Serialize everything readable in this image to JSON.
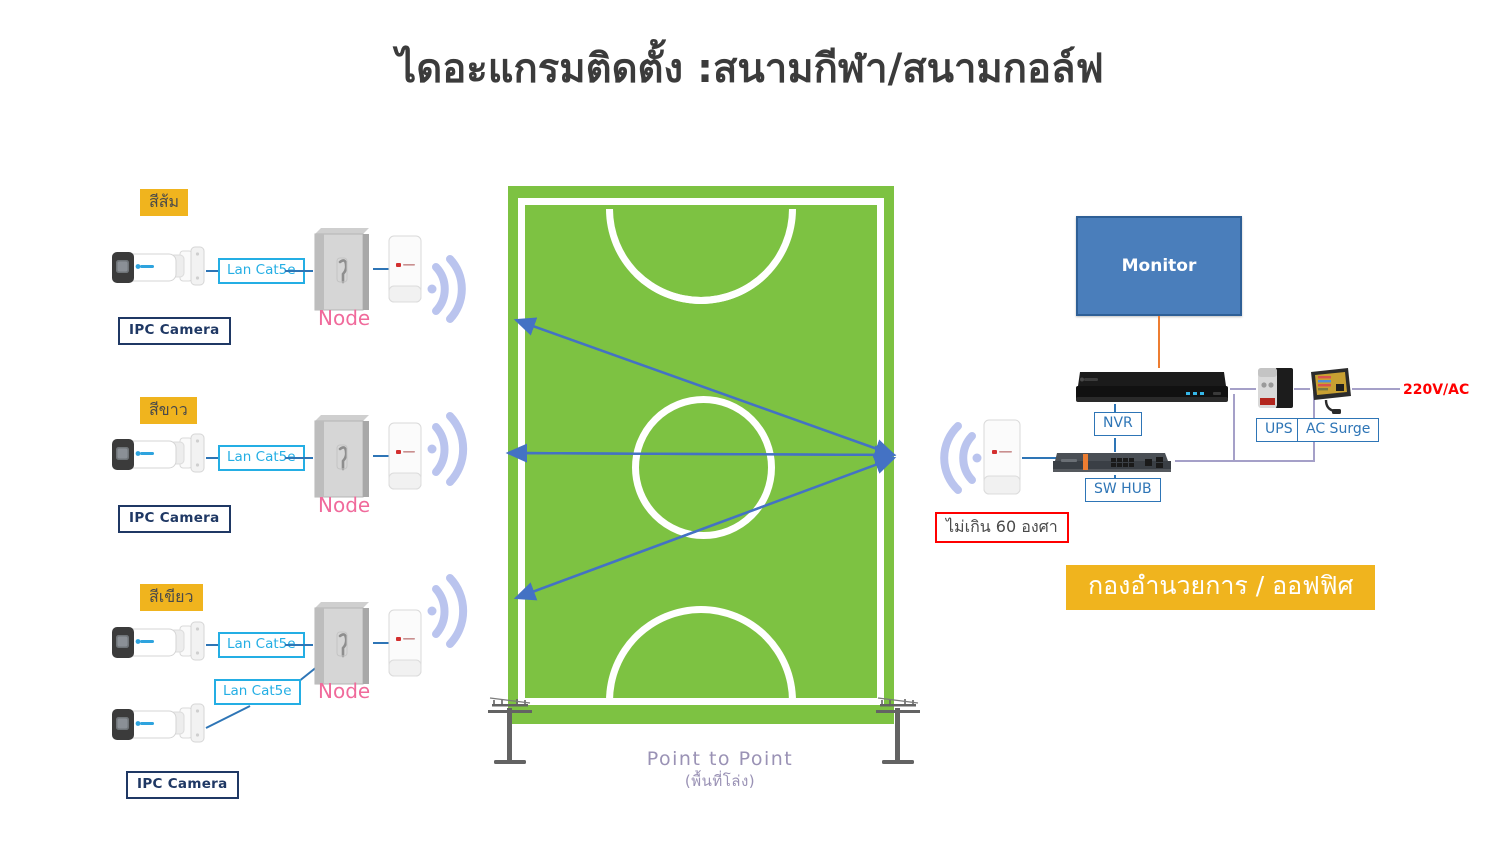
{
  "title": "ไดอะแกรมติดตั้ง :สนามกีฬา/สนามกอล์ฟ",
  "colors": {
    "field_green": "#7DC242",
    "badge_amber": "#F0B41E",
    "cyan": "#24AEE4",
    "navy": "#1F3864",
    "blue": "#2E75B6",
    "pink": "#F06A9B",
    "red": "#FF0000",
    "orange_cable": "#ED7D31",
    "purple_cable": "#A5A0C8",
    "monitor_blue": "#4A7EBB",
    "wifi_arc": "#A8B4E8"
  },
  "camera_groups": [
    {
      "badge": "สีส้ม",
      "camera_label": "IPC  Camera",
      "node_label": "Node",
      "cables": [
        "Lan Cat5e"
      ]
    },
    {
      "badge": "สีขาว",
      "camera_label": "IPC  Camera",
      "node_label": "Node",
      "cables": [
        "Lan Cat5e"
      ]
    },
    {
      "badge": "สีเขียว",
      "camera_label": "IPC  Camera",
      "node_label": "Node",
      "cables": [
        "Lan Cat5e",
        "Lan Cat5e"
      ]
    }
  ],
  "field": {
    "caption_main": "Point  to  Point",
    "caption_sub": "(พื้นที่โล่ง)"
  },
  "office": {
    "monitor_label": "Monitor",
    "nvr_label": "NVR",
    "switch_label": "SW HUB",
    "ups_label": "UPS",
    "surge_label": "AC Surge",
    "power_label": "220V/AC",
    "angle_note": "ไม่เกิน 60 องศา",
    "banner": "กองอำนวยการ / ออฟฟิศ"
  }
}
